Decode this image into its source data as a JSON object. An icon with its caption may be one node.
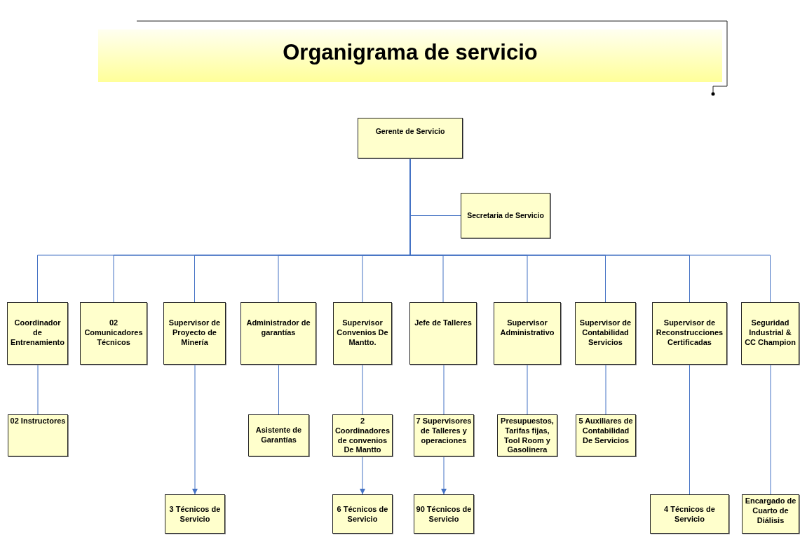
{
  "diagram": {
    "title": "Organigrama de servicio",
    "nodes": [
      {
        "text": [
          "Gerente de Servicio"
        ]
      },
      {
        "text": [
          "Secretaria de Servicio"
        ]
      },
      {
        "text": [
          "Coordinador de Entrenamiento"
        ]
      },
      {
        "text": [
          "02 Comunicadores Técnicos"
        ]
      },
      {
        "text": [
          "Supervisor de Proyecto de Minería"
        ]
      },
      {
        "text": [
          "Administrador de garantías"
        ]
      },
      {
        "text": [
          "Supervisor Convenios De Mantto."
        ]
      },
      {
        "text": [
          "Jefe de Talleres"
        ]
      },
      {
        "text": [
          "Supervisor Administrativo"
        ]
      },
      {
        "text": [
          "Supervisor de Contabilidad Servicios"
        ]
      },
      {
        "text": [
          "Supervisor de Reconstrucciones Certificadas"
        ]
      },
      {
        "text": [
          "Seguridad Industrial & CC Champion"
        ]
      },
      {
        "text": [
          "02 Instructores"
        ]
      },
      {
        "text": [
          "Asistente de Garantías"
        ]
      },
      {
        "text": [
          "2 Coordinadores de convenios De Mantto"
        ]
      },
      {
        "text": [
          "7 Supervisores de Talleres y operaciones"
        ]
      },
      {
        "text": [
          "Presupuestos, Tarifas fijas, Tool Room y Gasolinera"
        ]
      },
      {
        "text": [
          "5 Auxiliares de Contabilidad De Servicios"
        ]
      },
      {
        "text": [
          "3 Técnicos de Servicio"
        ]
      },
      {
        "text": [
          "6 Técnicos de Servicio"
        ]
      },
      {
        "text": [
          "90 Técnicos de Servicio"
        ]
      },
      {
        "text": [
          "4 Técnicos de Servicio"
        ]
      },
      {
        "text": [
          "Encargado de Cuarto de Diálisis"
        ]
      }
    ],
    "edges": [
      {
        "from": 0,
        "to": 1,
        "arrow": "none"
      },
      {
        "from": 0,
        "to": 2,
        "arrow": "none"
      },
      {
        "from": 0,
        "to": 3,
        "arrow": "none"
      },
      {
        "from": 0,
        "to": 4,
        "arrow": "none"
      },
      {
        "from": 0,
        "to": 5,
        "arrow": "none"
      },
      {
        "from": 0,
        "to": 6,
        "arrow": "none"
      },
      {
        "from": 0,
        "to": 7,
        "arrow": "none"
      },
      {
        "from": 0,
        "to": 8,
        "arrow": "none"
      },
      {
        "from": 0,
        "to": 9,
        "arrow": "none"
      },
      {
        "from": 0,
        "to": 10,
        "arrow": "none"
      },
      {
        "from": 0,
        "to": 11,
        "arrow": "none"
      },
      {
        "from": 2,
        "to": 12,
        "arrow": "none"
      },
      {
        "from": 5,
        "to": 13,
        "arrow": "none"
      },
      {
        "from": 6,
        "to": 14,
        "arrow": "none"
      },
      {
        "from": 7,
        "to": 15,
        "arrow": "none"
      },
      {
        "from": 8,
        "to": 16,
        "arrow": "none"
      },
      {
        "from": 9,
        "to": 17,
        "arrow": "none"
      },
      {
        "from": 4,
        "to": 18,
        "arrow": "to"
      },
      {
        "from": 14,
        "to": 19,
        "arrow": "to"
      },
      {
        "from": 15,
        "to": 20,
        "arrow": "to"
      },
      {
        "from": 10,
        "to": 21,
        "arrow": "none"
      },
      {
        "from": 11,
        "to": 22,
        "arrow": "none"
      }
    ]
  }
}
